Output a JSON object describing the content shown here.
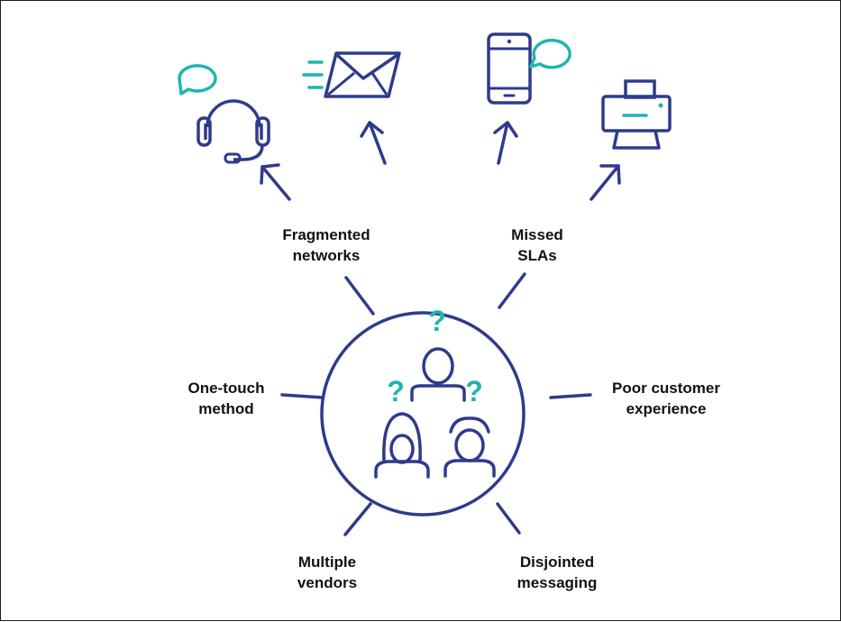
{
  "colors": {
    "navy": "#2e3a8c",
    "teal": "#1fb5b0",
    "text": "#111111"
  },
  "labels": {
    "fragmented_networks": [
      "Fragmented",
      "networks"
    ],
    "missed_slas": [
      "Missed",
      "SLAs"
    ],
    "one_touch_method": [
      "One-touch",
      "method"
    ],
    "poor_customer_experience": [
      "Poor customer",
      "experience"
    ],
    "multiple_vendors": [
      "Multiple",
      "vendors"
    ],
    "disjointed_messaging": [
      "Disjointed",
      "messaging"
    ]
  },
  "question_mark": "?",
  "icons": [
    "headset-icon",
    "email-icon",
    "mobile-phone-icon",
    "printer-icon",
    "people-group-icon"
  ]
}
